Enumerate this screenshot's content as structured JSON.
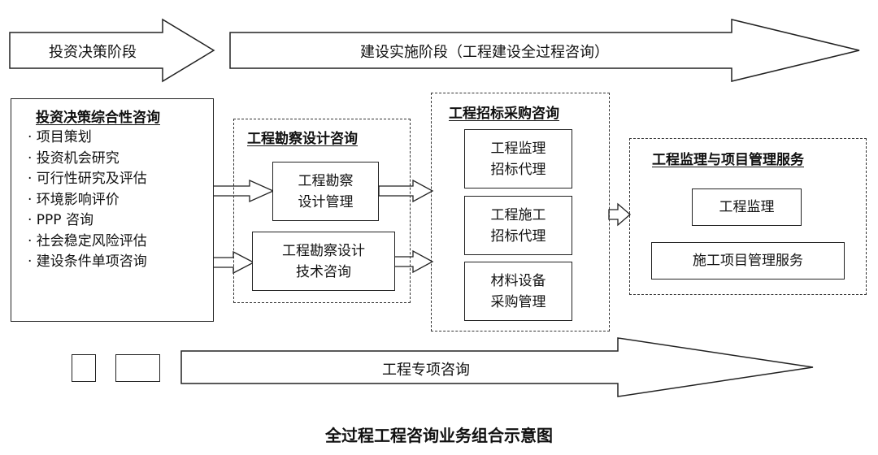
{
  "phases": {
    "decision": "投资决策阶段",
    "implementation": "建设实施阶段（工程建设全过程咨询）",
    "special": "工程专项咨询"
  },
  "decision_box": {
    "title": "投资决策综合性咨询",
    "items": [
      "· 项目策划",
      "· 投资机会研究",
      "· 可行性研究及评估",
      "· 环境影响评价",
      "· PPP 咨询",
      "· 社会稳定风险评估",
      "· 建设条件单项咨询"
    ]
  },
  "survey_group": {
    "title": "工程勘察设计咨询",
    "box1": [
      "工程勘察",
      "设计管理"
    ],
    "box2": [
      "工程勘察设计",
      "技术咨询"
    ]
  },
  "bidding_group": {
    "title": "工程招标采购咨询",
    "box1": [
      "工程监理",
      "招标代理"
    ],
    "box2": [
      "工程施工",
      "招标代理"
    ],
    "box3": [
      "材料设备",
      "采购管理"
    ]
  },
  "supervision_group": {
    "title": "工程监理与项目管理服务",
    "box1": "工程监理",
    "box2": "施工项目管理服务"
  },
  "caption": "全过程工程咨询业务组合示意图"
}
